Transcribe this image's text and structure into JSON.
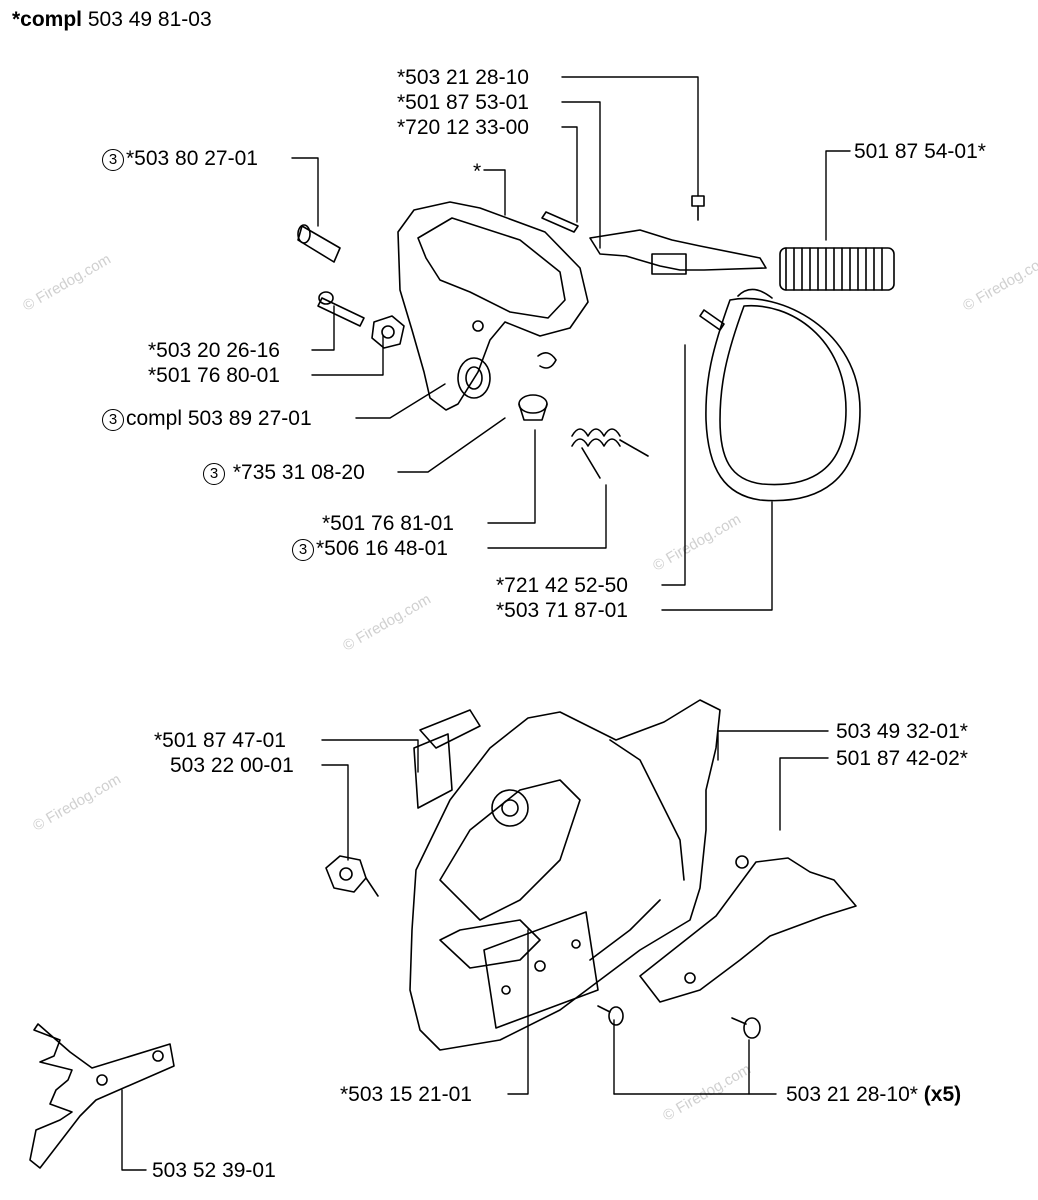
{
  "header": {
    "prefix": "*compl",
    "part": "503 49 81-03"
  },
  "watermark": "© Firedog.com",
  "callouts": {
    "c1": "*503 21 28-10",
    "c2": "*501 87 53-01",
    "c3": "*720 12 33-00",
    "c4": "*503 80 27-01",
    "c5": "*",
    "c6": "501 87 54-01*",
    "c7": "*503 20 26-16",
    "c8": "*501 76 80-01",
    "c9": "compl 503 89 27-01",
    "c10": "*735 31 08-20",
    "c11": "*501 76 81-01",
    "c12": "*506 16 48-01",
    "c13": "*721 42 52-50",
    "c14": "*503 71 87-01",
    "c15": "*501 87 47-01",
    "c16": "503 22 00-01",
    "c17": "503 49 32-01*",
    "c18": "501 87 42-02*",
    "c19": "*503 15 21-01",
    "c20": "503 21 28-10*",
    "c20_qty": "(x5)",
    "c21": "503 52 39-01"
  },
  "kit_marker": "3"
}
